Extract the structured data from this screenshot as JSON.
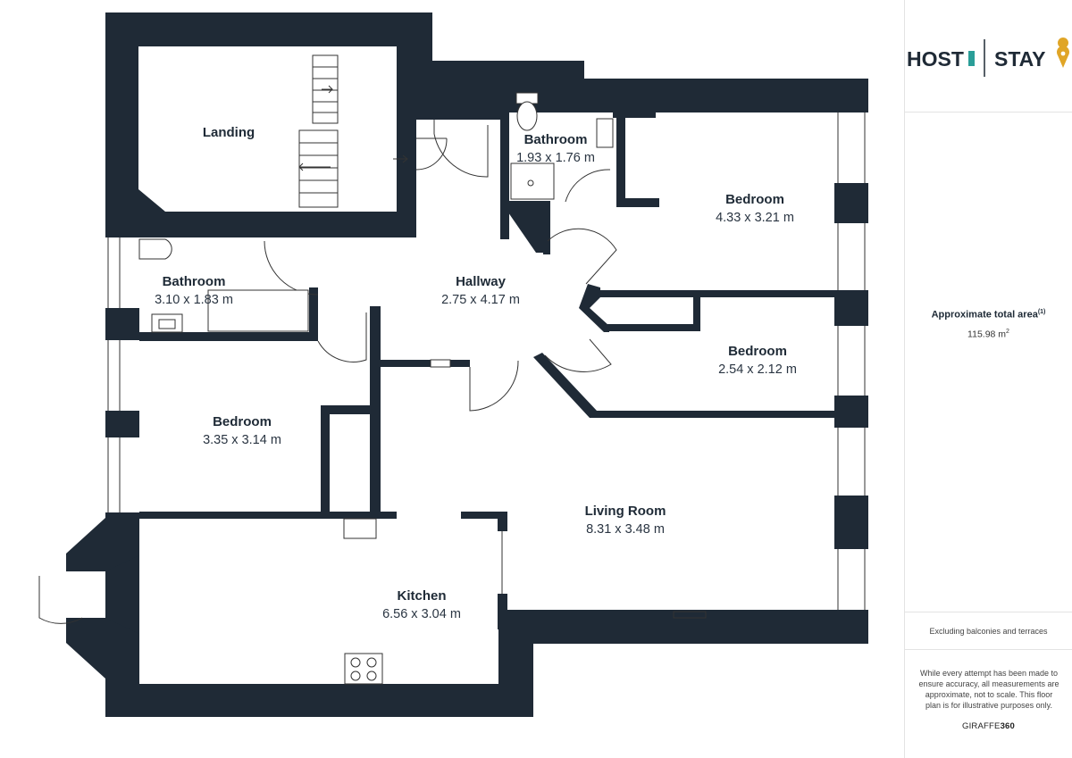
{
  "rooms": {
    "landing": {
      "name": "Landing"
    },
    "bathroom_top": {
      "name": "Bathroom",
      "dims": "1.93 x 1.76 m"
    },
    "bedroom_top_right": {
      "name": "Bedroom",
      "dims": "4.33 x 3.21 m"
    },
    "bathroom_left": {
      "name": "Bathroom",
      "dims": "3.10 x 1.83 m"
    },
    "hallway": {
      "name": "Hallway",
      "dims": "2.75 x 4.17 m"
    },
    "bedroom_mid_right": {
      "name": "Bedroom",
      "dims": "2.54 x 2.12 m"
    },
    "bedroom_left": {
      "name": "Bedroom",
      "dims": "3.35 x 3.14 m"
    },
    "living_room": {
      "name": "Living Room",
      "dims": "8.31 x 3.48 m"
    },
    "kitchen": {
      "name": "Kitchen",
      "dims": "6.56 x 3.04 m"
    }
  },
  "brand": {
    "left": "HOST",
    "right": "STAY"
  },
  "area": {
    "title": "Approximate total area",
    "title_note": "(1)",
    "value": "115.98 m",
    "value_unit_sup": "2"
  },
  "exclusion_note": "Excluding balconies and terraces",
  "disclaimer": "While every attempt has been made to ensure accuracy, all measurements are approximate, not to scale. This floor plan is for illustrative purposes only.",
  "credit": {
    "prefix": "GIRAFFE",
    "suffix": "360"
  },
  "colors": {
    "wall": "#1f2a36",
    "gold": "#e0a526",
    "teal": "#2a9e98",
    "line": "#333333"
  }
}
